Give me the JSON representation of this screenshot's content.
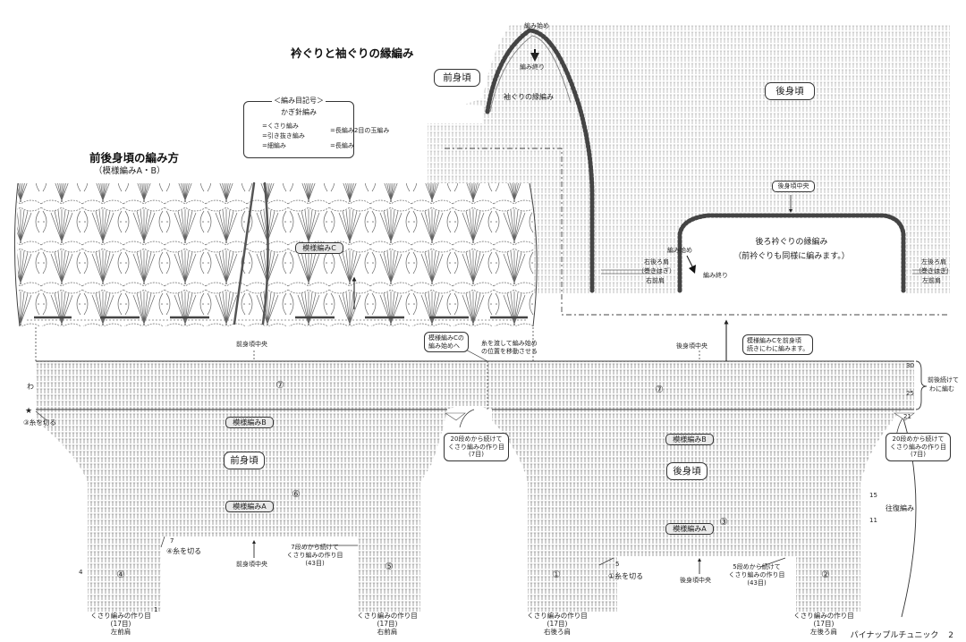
{
  "top_diagram": {
    "title": "衿ぐりと袖ぐりの縁編み",
    "front_label": "前身頃",
    "back_label": "後身頃",
    "start_label": "編み始め",
    "end_label": "編み終り",
    "sleeve_edge_label": "袖ぐりの縁編み",
    "center_back": "後身頃中央",
    "neck_edge_line1": "後ろ衿ぐりの縁編み",
    "neck_edge_line2": "（前衿ぐりも同様に編みます。）",
    "neck_start": "編み始め",
    "neck_end": "編み終り",
    "right_shoulder_top": "右後ろ肩",
    "right_shoulder_mid": "（巻きはぎ）",
    "right_shoulder_bot": "右前肩",
    "left_shoulder_top": "左後ろ肩",
    "left_shoulder_mid": "（巻きはぎ）",
    "left_shoulder_bot": "左前肩"
  },
  "legend": {
    "header": "＜編み目記号＞",
    "subheader": "かぎ針編み",
    "items": [
      "=くさり編み",
      "=引き抜き編み",
      "=細編み",
      "=長編み2目の玉編み",
      "=長編み"
    ]
  },
  "main_diagram": {
    "title": "前後身頃の編み方",
    "subtitle": "（模様編みA・B）",
    "pattern_c": "模様編みC",
    "front_center": "前身頃中央",
    "note_c_start_line1": "模様編みCの",
    "note_c_start_line2": "編み始めへ",
    "note_move_line1": "糸を渡して編み始め",
    "note_move_line2": "の位置を移動させる",
    "back_center": "後身頃中央",
    "note_c_line1": "模様編みCを前身頃",
    "note_c_line2": "続きにわに編みます。",
    "round_label": "わ",
    "round_note_line1": "前後続けて",
    "round_note_line2": "わに編む",
    "cut_3": "③糸を切る",
    "circle_7": "⑦",
    "pattern_b": "模様編みB",
    "pattern_a": "模様編みA",
    "front_body": "前身頃",
    "back_body": "後身頃",
    "note_20_line1": "20段めから続けて",
    "note_20_line2": "くさり編みの作り目",
    "note_20_line3": "(7目)",
    "circle_6": "⑥",
    "circle_3": "③",
    "cut_4": "④糸を切る",
    "cut_1": "①糸を切る",
    "note_7_line1": "7段めから続けて",
    "note_7_line2": "くさり編みの作り目",
    "note_7_line3": "(43目)",
    "note_5_line1": "5段めから続けて",
    "note_5_line2": "くさり編みの作り目",
    "note_5_line3": "(43目)",
    "back_and_forth": "往復編み",
    "circle_4": "④",
    "circle_5": "⑤",
    "circle_1": "①",
    "circle_2": "②",
    "chain_base": "くさり編みの作り目",
    "chain_count": "(17目)",
    "left_front_shoulder": "左前肩",
    "right_front_shoulder": "右前肩",
    "right_back_shoulder": "右後ろ肩",
    "left_back_shoulder": "左後ろ肩",
    "row_1": "1",
    "row_4": "4",
    "row_5": "5",
    "row_7": "7",
    "row_11": "11",
    "row_15": "15",
    "row_21": "21",
    "row_25": "25",
    "row_30": "30"
  },
  "footer": {
    "text": "パイナップルチュニック",
    "page": "2"
  }
}
